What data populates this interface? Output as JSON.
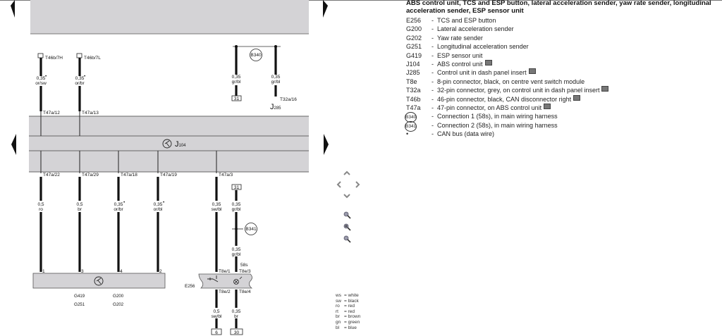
{
  "legend": {
    "title": "ABS control unit, TCS and ESP button, lateral acceleration sender, yaw rate sender, longitudinal acceleration sender, ESP sensor unit",
    "items": [
      {
        "code": "E256",
        "desc": "TCS and ESP button",
        "photo": false
      },
      {
        "code": "G200",
        "desc": "Lateral acceleration sender",
        "photo": false
      },
      {
        "code": "G202",
        "desc": "Yaw rate sender",
        "photo": false
      },
      {
        "code": "G251",
        "desc": "Longitudinal acceleration sender",
        "photo": false
      },
      {
        "code": "G419",
        "desc": "ESP sensor unit",
        "photo": false
      },
      {
        "code": "J104",
        "desc": "ABS control unit",
        "photo": true
      },
      {
        "code": "J285",
        "desc": "Control unit in dash panel insert",
        "photo": true
      },
      {
        "code": "T8e",
        "desc": "8-pin connector, black, on centre vent switch module",
        "photo": false
      },
      {
        "code": "T32a",
        "desc": "32-pin connector, grey, on control unit in dash panel insert",
        "photo": true
      },
      {
        "code": "T46b",
        "desc": "46-pin connector, black, CAN disconnector right",
        "photo": true
      },
      {
        "code": "T47a",
        "desc": "47-pin connector, on ABS control unit",
        "photo": true
      },
      {
        "code": "B340",
        "desc": "Connection 1 (58s), in main wiring harness",
        "photo": false
      },
      {
        "code": "B341",
        "desc": "Connection 2 (58s), in main wiring harness",
        "photo": false
      },
      {
        "code": "•",
        "desc": "CAN bus (data wire)",
        "photo": false
      }
    ],
    "dash": "-"
  },
  "colors": [
    {
      "abbr": "ws",
      "name": "white"
    },
    {
      "abbr": "sw",
      "name": "black"
    },
    {
      "abbr": "ro",
      "name": "red"
    },
    {
      "abbr": "rt",
      "name": "red"
    },
    {
      "abbr": "br",
      "name": "brown"
    },
    {
      "abbr": "gn",
      "name": "green"
    },
    {
      "abbr": "bl",
      "name": "blue"
    }
  ],
  "colors_eq": "=",
  "diagram": {
    "t46b_7h": "T46b/7H",
    "t46b_7l": "T46b/7L",
    "w1": {
      "size": "0,35",
      "color": "or/sw"
    },
    "w2": {
      "size": "0,35",
      "color": "or/br"
    },
    "w3": {
      "size": "0,35",
      "color": "gr/bl"
    },
    "w4": {
      "size": "0,35",
      "color": "gr/bl"
    },
    "t47a_12": "T47a/12",
    "t47a_13": "T47a/13",
    "b340": "B340",
    "b341": "B341",
    "term31": "31",
    "term31b": "31",
    "term6": "6",
    "term30": "30",
    "t32a_16": "T32a/16",
    "j285": "J",
    "j285_sub": "285",
    "j104": "J",
    "j104_sub": "104",
    "t47a_22": "T47a/22",
    "t47a_29": "T47a/29",
    "t47a_18": "T47a/18",
    "t47a_19": "T47a/19",
    "t47a_3": "T47a/3",
    "w5": {
      "size": "0,5",
      "color": "ro"
    },
    "w6": {
      "size": "0,5",
      "color": "br"
    },
    "w7": {
      "size": "0,35",
      "color": "or/br"
    },
    "w8": {
      "size": "0,35",
      "color": "or/bl"
    },
    "w9": {
      "size": "0,35",
      "color": "sw/bl"
    },
    "w10": {
      "size": "0,35",
      "color": "gr/bl"
    },
    "w11": {
      "size": "0,35",
      "color": "gr/bl"
    },
    "w12": {
      "size": "0,5",
      "color": "sw/bl"
    },
    "w13": {
      "size": "0,35",
      "color": "br"
    },
    "pins": [
      "1",
      "3",
      "4",
      "2"
    ],
    "g419": "G",
    "g419_sub": "419",
    "g251": "G",
    "g251_sub": "251",
    "g200": "G",
    "g200_sub": "200",
    "g202": "G",
    "g202_sub": "202",
    "e256": "E",
    "e256_sub": "256",
    "s58": "58s",
    "t8e_1": "T8e/1",
    "t8e_3": "T8e/3",
    "t8e_2": "T8e/2",
    "t8e_4": "T8e/4",
    "can_mark": "•"
  }
}
